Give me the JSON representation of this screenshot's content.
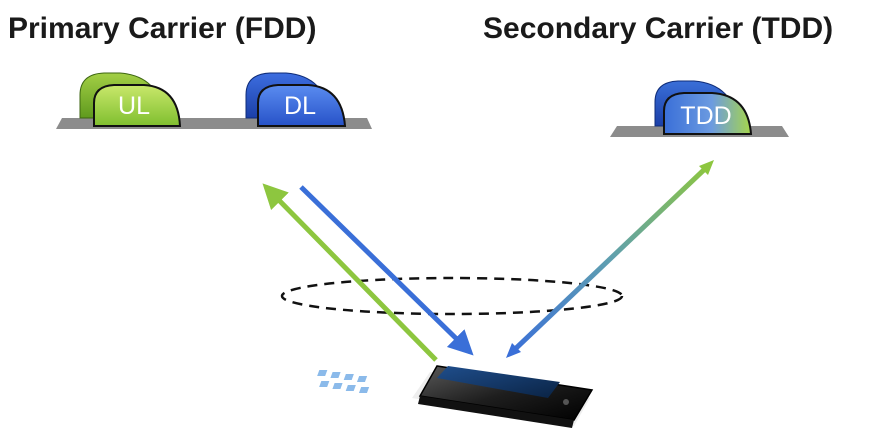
{
  "primary_carrier": {
    "title": "Primary Carrier (FDD)",
    "uplink_label": "UL",
    "downlink_label": "DL"
  },
  "secondary_carrier": {
    "title": "Secondary Carrier (TDD)",
    "channel_label": "TDD"
  },
  "colors": {
    "uplink": "#8dc63f",
    "downlink": "#3a6fd8",
    "baseline": "#8c8c8c",
    "antenna_ring": "#111111"
  },
  "icons": {
    "device": "smartphone-icon"
  }
}
